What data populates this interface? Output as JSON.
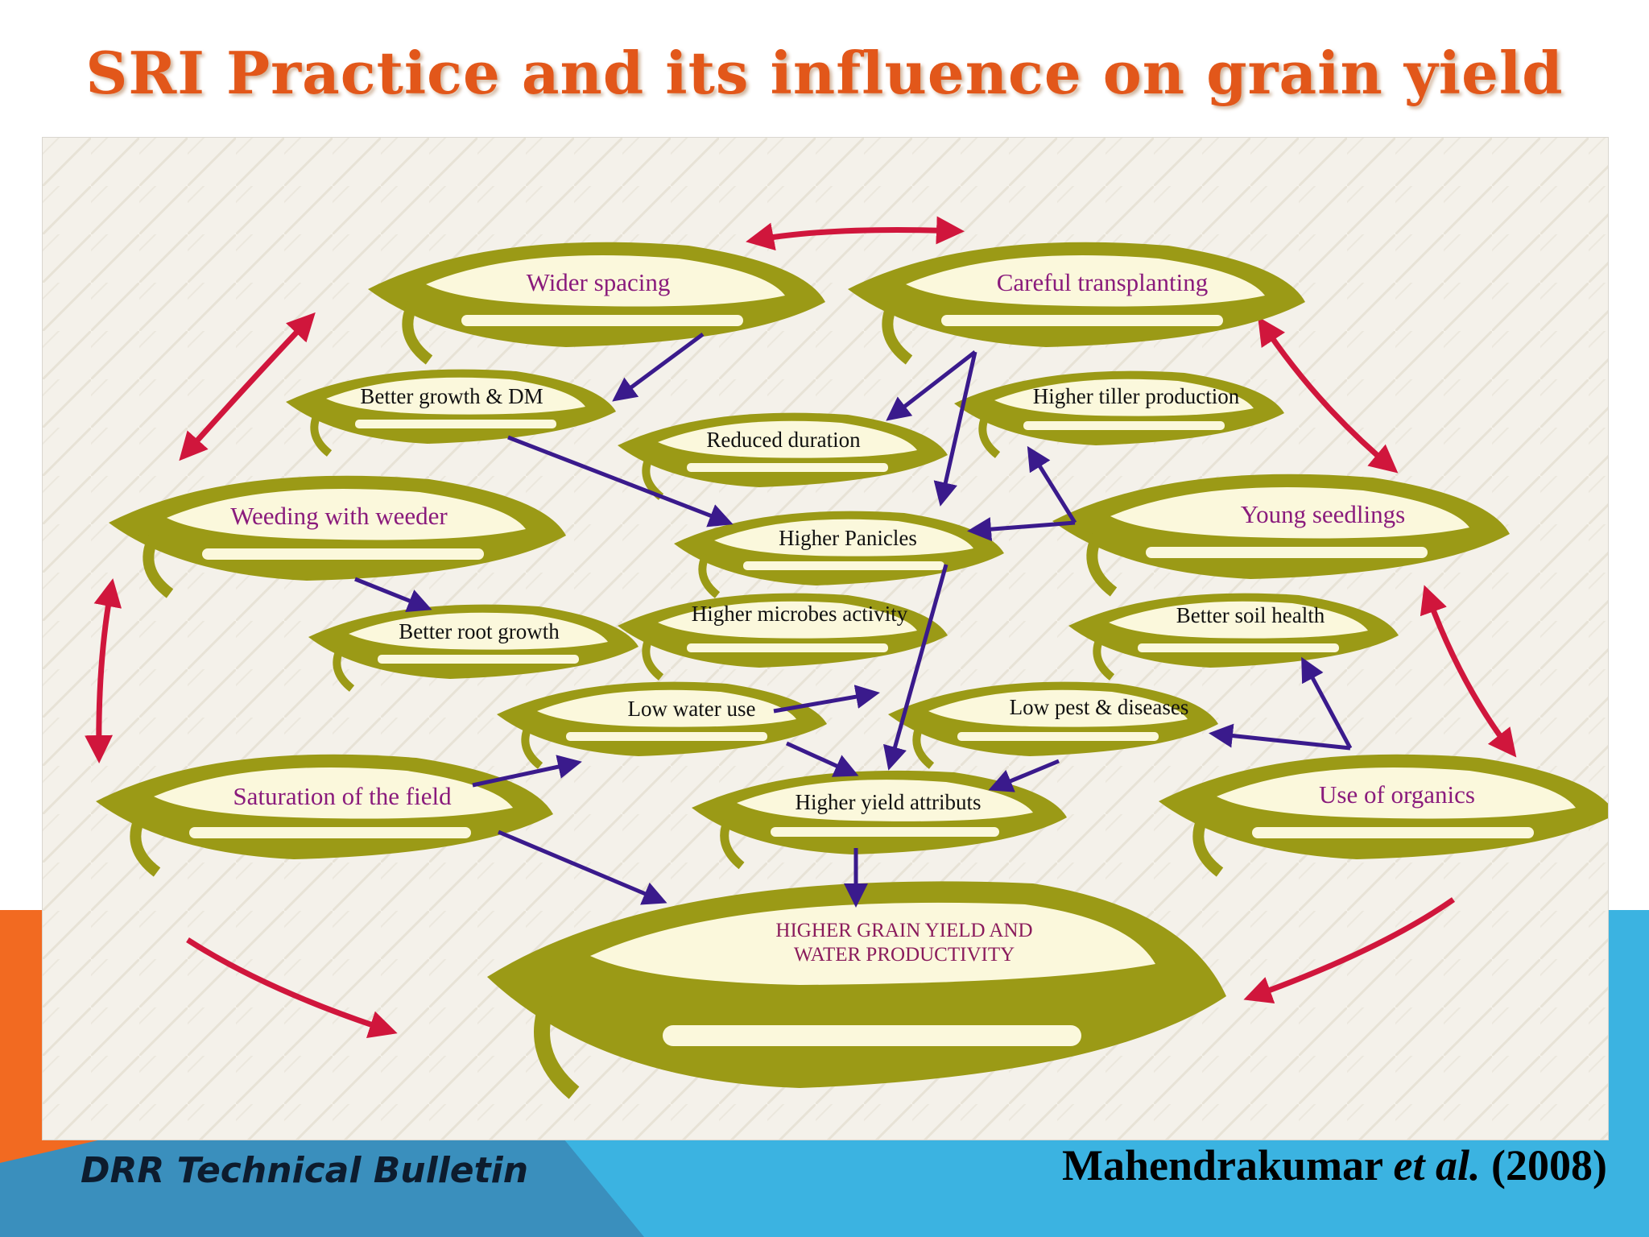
{
  "title": "SRI Practice and its influence on grain yield",
  "nodes": {
    "wider_spacing": "Wider spacing",
    "careful_transplanting": "Careful transplanting",
    "better_growth": "Better growth & DM",
    "higher_tiller": "Higher tiller production",
    "reduced_duration": "Reduced duration",
    "weeding": "Weeding with weeder",
    "young_seedlings": "Young seedlings",
    "higher_panicles": "Higher Panicles",
    "better_root": "Better root growth",
    "higher_microbes": "Higher microbes activity",
    "better_soil": "Better soil health",
    "low_water": "Low water use",
    "low_pest": "Low pest & diseases",
    "saturation": "Saturation of the field",
    "higher_yield_attr": "Higher yield attributs",
    "use_organics": "Use of organics",
    "final_line1": "HIGHER GRAIN YIELD  AND",
    "final_line2": "WATER PRODUCTIVITY"
  },
  "footer": {
    "left": "DRR Technical Bulletin",
    "right_author": "Mahendrakumar",
    "right_etal": "et al.",
    "right_year": "(2008)"
  },
  "colors": {
    "grain_olive": "#9b9a16",
    "grain_cream": "#fbf8dc",
    "flow_arrow": "#3a1a8c",
    "cycle_arrow": "#d0163c",
    "title": "#e2571a",
    "orange_accent": "#f26a21",
    "blue_accent": "#3bb3e1"
  }
}
